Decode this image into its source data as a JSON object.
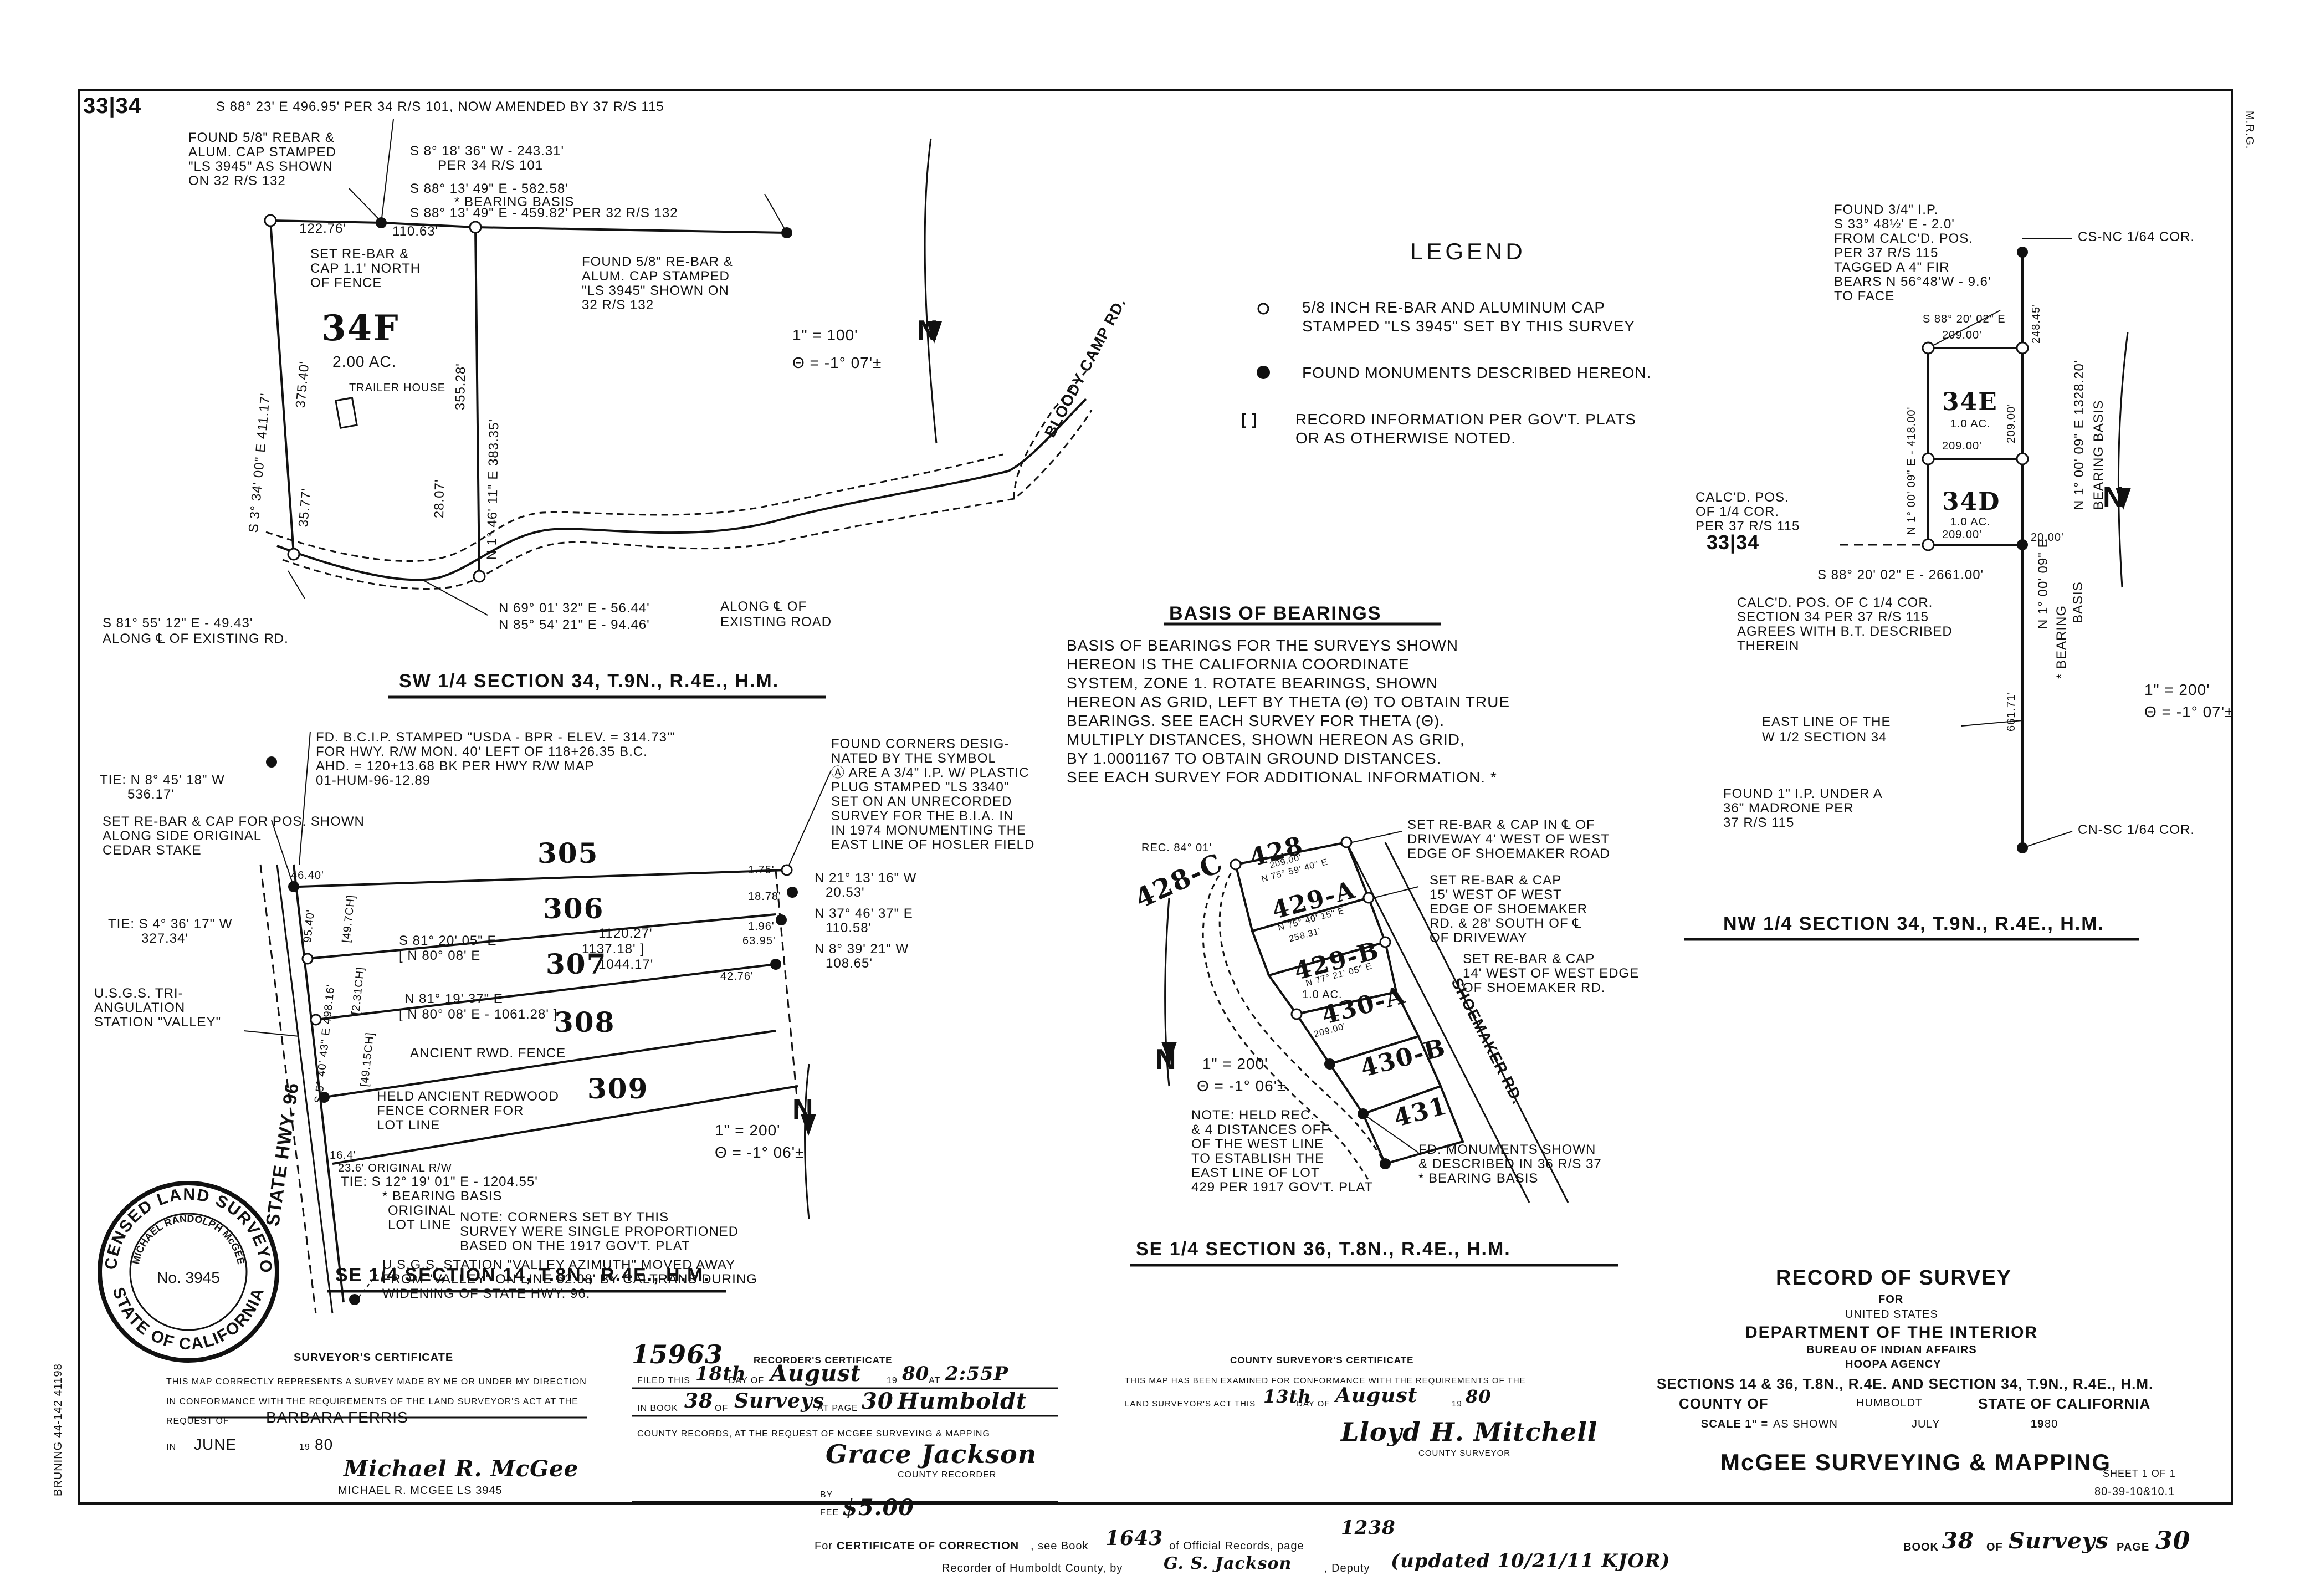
{
  "sheet_marks": {
    "section_label": "33|34",
    "section_label_right": "33|34",
    "corner_code": "M.R.G.",
    "bruning": "BRUNING 44-142 41198"
  },
  "sw14": {
    "title": "SW 1/4 SECTION 34, T.9N., R.4E., H.M.",
    "top_line": "S 88° 23' E  496.95' PER 34 R/S 101, NOW AMENDED BY 37 R/S 115",
    "found_rebar": [
      "FOUND 5/8\" REBAR &",
      "ALUM. CAP STAMPED",
      "\"LS 3945\" AS SHOWN",
      "ON 32 R/S 132"
    ],
    "brg_top1": [
      "S 8° 18' 36\" W - 243.31'",
      "PER 34 R/S 101"
    ],
    "brg_top2": "S 88° 13' 49\" E - 582.58'",
    "bearing_basis": "* BEARING BASIS",
    "brg_top3": "S 88° 13' 49\" E - 459.82' PER 32 R/S 132",
    "dist_a": "122.76'",
    "dist_b": "110.63'",
    "set_rebar": [
      "SET RE-BAR &",
      "CAP 1.1' NORTH",
      "OF FENCE"
    ],
    "found_rebar2": [
      "FOUND 5/8\" RE-BAR &",
      "ALUM. CAP STAMPED",
      "\"LS 3945\" SHOWN ON",
      "32 R/S 132"
    ],
    "lot": "34F",
    "lot_area": "2.00 AC.",
    "trailer": "TRAILER HOUSE",
    "west_brg": "S 3° 34' 00\" E  411.17'",
    "west_d1": "375.40'",
    "west_d2": "35.77'",
    "east_brg": "N 1° 46' 11\" E  383.35'",
    "east_d1": "355.28'",
    "east_d2": "28.07'",
    "scale": "1\" = 100'",
    "theta": "θ = -1° 07'±",
    "road": "BLOODY CAMP RD.",
    "road_brg1": "N 69° 01' 32\" E - 56.44'",
    "road_brg2": "N 85° 54' 21\" E - 94.46'",
    "along_road": [
      "ALONG ℄ OF",
      "EXISTING ROAD"
    ],
    "road_brg3": [
      "S 81° 55' 12\" E - 49.43'",
      "ALONG ℄ OF EXISTING RD."
    ]
  },
  "legend": {
    "title": "LEGEND",
    "items": [
      {
        "symbol": "○",
        "text": [
          "5/8 INCH RE-BAR AND ALUMINUM CAP",
          "STAMPED \"LS 3945\" SET BY THIS SURVEY"
        ]
      },
      {
        "symbol": "●",
        "text": [
          "FOUND MONUMENTS DESCRIBED HEREON."
        ]
      },
      {
        "symbol": "[ ]",
        "text": [
          "RECORD INFORMATION PER GOV'T. PLATS",
          "OR AS OTHERWISE NOTED."
        ]
      }
    ]
  },
  "basis": {
    "title": "BASIS OF BEARINGS",
    "lines": [
      "BASIS OF BEARINGS FOR THE SURVEYS SHOWN",
      "HEREON IS THE CALIFORNIA COORDINATE",
      "SYSTEM, ZONE 1. ROTATE BEARINGS, SHOWN",
      "HEREON AS GRID, LEFT BY THETA (θ) TO OBTAIN TRUE",
      "BEARINGS. SEE EACH SURVEY FOR THETA (θ).",
      "MULTIPLY DISTANCES, SHOWN HEREON AS GRID,",
      "BY 1.0001167 TO OBTAIN GROUND DISTANCES.",
      "SEE EACH SURVEY FOR ADDITIONAL INFORMATION. *"
    ]
  },
  "nw14": {
    "title": "NW 1/4 SECTION 34, T.9N., R.4E., H.M.",
    "found_ip": [
      "FOUND 3/4\" I.P.",
      "S 33° 48½' E - 2.0'",
      "FROM CALC'D. POS.",
      "PER 37 R/S 115",
      "TAGGED A 4\" FIR",
      "BEARS N 56°48'W - 9.6'",
      "TO FACE"
    ],
    "cs_nc": "CS-NC 1/64 COR.",
    "top_brg": "S 88° 20' 02\" E",
    "d209a": "209.00'",
    "d209b": "209.00'",
    "d209c": "209.00'",
    "d209d": "209.00'",
    "d248": "248.45'",
    "lot_e": "34E",
    "lot_d": "34D",
    "ac_e": "1.0 AC.",
    "ac_d": "1.0 AC.",
    "west_brg": "N 1° 00' 09\" E - 418.00'",
    "east_brg": "N 1° 00' 09\" E  1328.20'",
    "bearing_basis": "BEARING BASIS",
    "d20": "20.00'",
    "calc_quarter": [
      "CALC'D. POS.",
      "OF 1/4 COR.",
      "PER 37 R/S 115"
    ],
    "south_brg": "S 88° 20' 02\" E - 2661.00'",
    "calc_c": [
      "CALC'D. POS. OF C 1/4 COR.",
      "SECTION 34 PER 37 R/S 115",
      "AGREES WITH B.T. DESCRIBED",
      "THEREIN"
    ],
    "vert_brg": "N 1° 00' 09\" E",
    "vert_basis": "* BEARING",
    "vert_basis2": "BASIS",
    "d661": "661.71'",
    "scale": "1\" = 200'",
    "theta": "θ = -1° 07'±",
    "east_line": [
      "EAST LINE OF THE",
      "W 1/2 SECTION 34"
    ],
    "found_1ip": [
      "FOUND 1\" I.P. UNDER A",
      "36\" MADRONE PER",
      "37 R/S 115"
    ],
    "cn_sc": "CN-SC 1/64 COR."
  },
  "se14_14": {
    "title": "SE 1/4 SECTION 14, T.8N., R.4E., H.M.",
    "fd_bcip": [
      "FD. B.C.I.P. STAMPED \"USDA - BPR - ELEV. = 314.73'\"",
      "FOR HWY. R/W MON. 40' LEFT OF 118+26.35 B.C.",
      "AHD. = 120+13.68 BK PER HWY R/W MAP",
      "01-HUM-96-12.89"
    ],
    "tie1": [
      "TIE: N 8° 45' 18\" W",
      "536.17'"
    ],
    "set_rebar": [
      "SET RE-BAR & CAP FOR POS. SHOWN",
      "ALONG SIDE ORIGINAL",
      "CEDAR STAKE"
    ],
    "tie2": [
      "TIE: S 4° 36' 17\" W",
      "327.34'"
    ],
    "usgs": [
      "U.S.G.S. TRI-",
      "ANGULATION",
      "STATION \"VALLEY\""
    ],
    "hwy": "STATE HWY. 96",
    "found_corners": [
      "FOUND CORNERS DESIG-",
      "NATED BY THE SYMBOL",
      "Ⓐ ARE A 3/4\" I.P. W/ PLASTIC",
      "PLUG STAMPED \"LS 3340\"",
      "SET ON AN UNRECORDED",
      "SURVEY FOR THE B.I.A. IN",
      "IN 1974 MONUMENTING THE",
      "EAST LINE OF HOSLER FIELD"
    ],
    "lots": [
      "305",
      "306",
      "307",
      "308",
      "309"
    ],
    "brg1": "S 81° 20' 05\" E",
    "brg1_rec": "[ N 80° 08' E",
    "d1120": "1120.27'",
    "d1137": "1137.18' ]",
    "brg2": "N 81° 19' 37\" E",
    "d1044": "1044.17'",
    "brg2_rec": "[ N 80° 08' E - 1061.28' ]",
    "r1": [
      "N 21° 13' 16\" W",
      "20.53'"
    ],
    "r2": [
      "N 37° 46' 37\" E",
      "110.58'"
    ],
    "r3": [
      "N 8° 39' 21\" W",
      "108.65'"
    ],
    "d175": "1.75'",
    "d1878": "18.78'",
    "d196": "1.96'",
    "d6395": "63.95'",
    "d4276": "42.76'",
    "fence": "ANCIENT RWD. FENCE",
    "held": [
      "HELD ANCIENT REDWOOD",
      "FENCE CORNER FOR",
      "LOT LINE"
    ],
    "scale": "1\" = 200'",
    "theta": "θ = -1° 06'±",
    "d164": "16.4'",
    "orig_rw": "23.6' ORIGINAL R/W",
    "tie3": "TIE: S 12° 19' 01\" E - 1204.55'",
    "tie3b": "* BEARING BASIS",
    "orig_lot": [
      "ORIGINAL",
      "LOT LINE"
    ],
    "note": [
      "NOTE: CORNERS SET BY THIS",
      "SURVEY WERE SINGLE PROPORTIONED",
      "BASED ON THE 1917 GOV'T. PLAT"
    ],
    "usgs_az": [
      "U.S.G.S. STATION \"VALLEY AZIMUTH\" MOVED AWAY",
      "FROM \"VALLEY\" ON LINE 52.08' BY CALTRANS DURING",
      "WIDENING OF STATE HWY. 96."
    ],
    "side_dims": [
      "46.40'",
      "95.40'",
      "[49.7ch]",
      "[2.31ch]",
      "[49.15ch]",
      "S 5° 40' 43\" E 498.16'"
    ]
  },
  "se14_36": {
    "title": "SE 1/4 SECTION 36, T.8N., R.4E., H.M.",
    "rec": "Rec. 84° 01'",
    "lots": [
      "428-C",
      "428",
      "429-A",
      "429-B",
      "430-A",
      "430-B",
      "431"
    ],
    "lot_ac": "1.0 AC.",
    "set1": [
      "SET RE-BAR & CAP IN ℄ OF",
      "DRIVEWAY 4' WEST OF WEST",
      "EDGE OF SHOEMAKER ROAD"
    ],
    "set2": [
      "SET RE-BAR & CAP",
      "15' WEST OF WEST",
      "EDGE OF SHOEMAKER",
      "RD. & 28' SOUTH OF ℄",
      "OF DRIVEWAY"
    ],
    "set3": [
      "SET RE-BAR & CAP",
      "14' WEST OF WEST EDGE",
      "OF SHOEMAKER RD."
    ],
    "road": "SHOEMAKER RD.",
    "scale": "1\" = 200'",
    "theta": "θ = -1° 06'±",
    "note": [
      "NOTE: HELD REC.",
      "& 4 DISTANCES OFF",
      "OF THE WEST LINE",
      "TO ESTABLISH THE",
      "EAST LINE OF LOT",
      "429 PER 1917 GOV'T. PLAT"
    ],
    "fd_mon": [
      "FD. MONUMENTS SHOWN",
      "& DESCRIBED IN 36 R/S 37",
      "* BEARING BASIS"
    ],
    "small_dims": [
      "209.00'",
      "258.31'",
      "N 75° 59' 40\" E",
      "N 75° 40' 15\" E",
      "N 77° 21' 05\" E",
      "209.00'"
    ]
  },
  "surveyor_cert": {
    "title": "SURVEYOR'S CERTIFICATE",
    "line1": "THIS MAP CORRECTLY REPRESENTS A SURVEY MADE BY ME OR UNDER MY DIRECTION",
    "line2": "IN CONFORMANCE WITH THE REQUIREMENTS OF THE LAND SURVEYOR'S ACT AT THE",
    "req_label": "REQUEST OF",
    "req_name": "BARBARA FERRIS",
    "in_label": "IN",
    "month": "JUNE",
    "year_label": "19",
    "year": "80",
    "signature": "Michael R. McGee",
    "name": "MICHAEL R. McGEE  LS 3945"
  },
  "seal": {
    "top": "LICENSED LAND SURVEYOR",
    "name": "MICHAEL RANDOLPH McGEE",
    "number": "No. 3945",
    "bottom": "STATE OF CALIFORNIA"
  },
  "recorder_cert": {
    "doc_no": "15963",
    "title": "RECORDER'S CERTIFICATE",
    "filed": "FILED THIS",
    "day": "18th",
    "day_of": "DAY OF",
    "month": "August",
    "year_label": "19",
    "year": "80",
    "at": "AT",
    "time": "2:55P",
    "in_book": "IN BOOK",
    "book": "38",
    "of": "OF",
    "type": "Surveys",
    "at_page": "AT PAGE",
    "page": "30",
    "county": "Humboldt",
    "records": "COUNTY RECORDS, AT THE REQUEST OF McGEE SURVEYING & MAPPING",
    "signature": "Grace Jackson",
    "county_recorder": "COUNTY RECORDER",
    "by": "BY",
    "fee_label": "FEE",
    "fee": "$5.00"
  },
  "county_cert": {
    "title": "COUNTY SURVEYOR'S CERTIFICATE",
    "line1": "THIS MAP HAS BEEN EXAMINED FOR CONFORMANCE WITH THE REQUIREMENTS OF THE",
    "line2": "LAND SURVEYOR'S ACT THIS",
    "day": "13th",
    "day_of": "DAY OF",
    "month": "August",
    "year_label": "19",
    "year": "80",
    "signature": "Lloyd H. Mitchell",
    "county_surveyor": "COUNTY SURVEYOR"
  },
  "title_block": {
    "title": "RECORD OF SURVEY",
    "for": "FOR",
    "line1": "UNITED STATES",
    "line2": "DEPARTMENT OF THE INTERIOR",
    "line3": "BUREAU OF INDIAN AFFAIRS",
    "line4": "HOOPA AGENCY",
    "sections": "SECTIONS 14 & 36, T.8N., R.4E. and SECTION 34, T.9N., R.4E., H.M.",
    "county_label": "COUNTY OF",
    "county": "HUMBOLDT",
    "state": "STATE OF CALIFORNIA",
    "scale_label": "SCALE 1\" =",
    "scale": "AS SHOWN",
    "month": "JULY",
    "year_label": "19",
    "year": "80",
    "firm": "McGEE SURVEYING & MAPPING",
    "sheet": "SHEET  1  OF  1",
    "job": "80-39-10&10.1"
  },
  "footer": {
    "line1_a": "For",
    "line1_b": "CERTIFICATE OF CORRECTION",
    "line1_c": ", see Book",
    "book": "1643",
    "line1_d": "of Official Records, page",
    "page": "1238",
    "line2_a": "Recorder of Humboldt County, by",
    "deputy_name": "G. S. Jackson",
    "line2_b": ", Deputy",
    "updated": "(updated 10/21/11 KJOR)",
    "book_label": "BOOK",
    "book_no": "38",
    "of_label": "OF",
    "book_type": "Surveys",
    "page_label": "PAGE",
    "page_no": "30"
  },
  "north_arrow": "N"
}
